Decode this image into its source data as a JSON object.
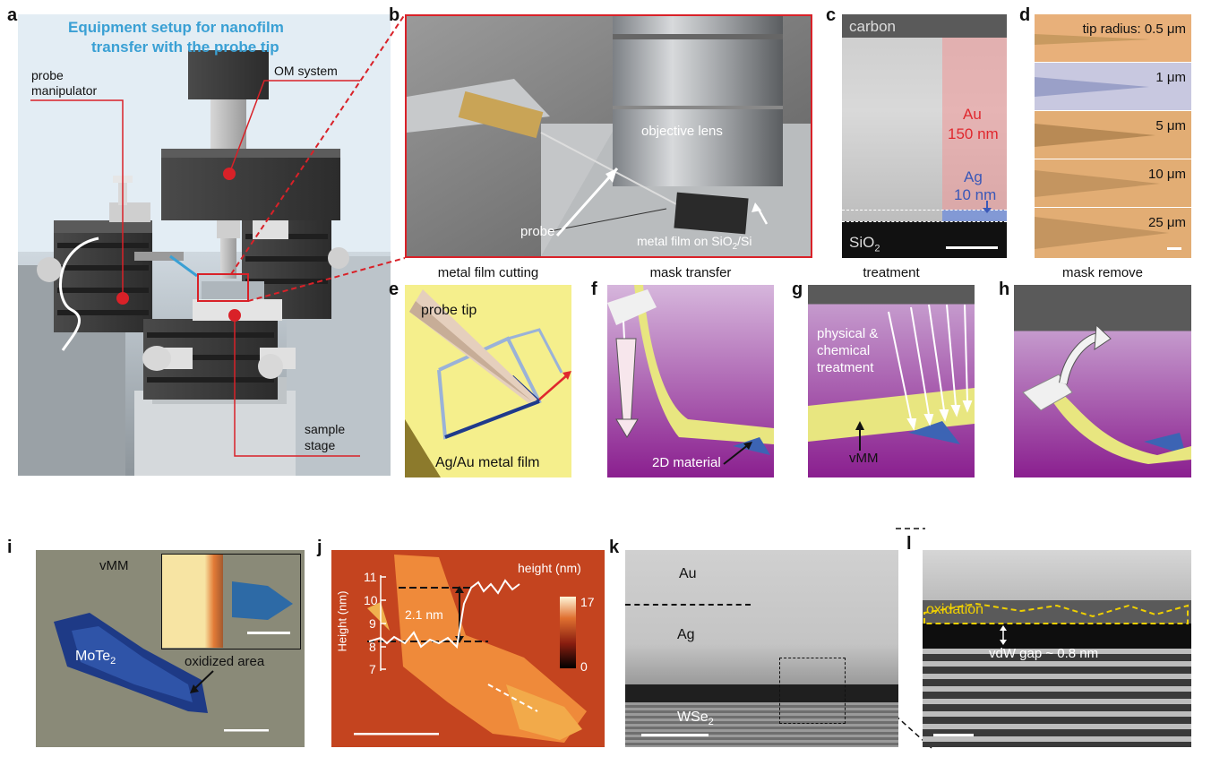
{
  "panels": {
    "a": {
      "label": "a",
      "title_line1": "Equipment setup for nanofilm",
      "title_line2": "transfer with the probe tip",
      "om_system": "OM system",
      "probe_manipulator_line1": "probe",
      "probe_manipulator_line2": "manipulator",
      "sample_stage_line1": "sample",
      "sample_stage_line2": "stage"
    },
    "b": {
      "label": "b",
      "objective_lens": "objective lens",
      "probe": "probe",
      "metal_film_prefix": "metal film on SiO",
      "metal_film_sub": "2",
      "metal_film_suffix": "/Si"
    },
    "c": {
      "label": "c",
      "carbon": "carbon",
      "au_name": "Au",
      "au_thickness": "150 nm",
      "ag_name": "Ag",
      "ag_thickness": "10 nm",
      "sio2_prefix": "SiO",
      "sio2_sub": "2"
    },
    "d": {
      "label": "d",
      "tip_radius_prefix": "tip radius:",
      "values": [
        "0.5 μm",
        "1 μm",
        "5 μm",
        "10 μm",
        "25 μm"
      ]
    },
    "e": {
      "label": "e",
      "title": "metal film cutting",
      "probe_tip": "probe tip",
      "film": "Ag/Au metal film"
    },
    "f": {
      "label": "f",
      "title": "mask transfer",
      "material": "2D material"
    },
    "g": {
      "label": "g",
      "title": "treatment",
      "treat_line1": "physical &",
      "treat_line2": "chemical",
      "treat_line3": "treatment",
      "vmm": "vMM"
    },
    "h": {
      "label": "h",
      "title": "mask remove"
    },
    "i": {
      "label": "i",
      "vmm": "vMM",
      "mote_prefix": "MoTe",
      "mote_sub": "2",
      "oxidized": "oxidized area"
    },
    "j": {
      "label": "j",
      "height_title": "height (nm)",
      "axis_label": "Height (nm)",
      "ticks": [
        "11",
        "10",
        "9",
        "8",
        "7"
      ],
      "step": "2.1 nm",
      "cbar_max": "17",
      "cbar_min": "0"
    },
    "k": {
      "label": "k",
      "au": "Au",
      "ag": "Ag",
      "wse_prefix": "WSe",
      "wse_sub": "2"
    },
    "l": {
      "label": "l",
      "oxidation": "oxidation",
      "vdw": "vdW gap ~ 0.8 nm"
    }
  },
  "colors": {
    "title_blue": "#3aa0d4",
    "red": "#d92128",
    "au_red": "#e0282e",
    "ag_blue": "#3a58b8",
    "film_yellow": "#ece77e",
    "purple": "#8a1f8f",
    "oxidation_yellow": "#f0d000"
  }
}
